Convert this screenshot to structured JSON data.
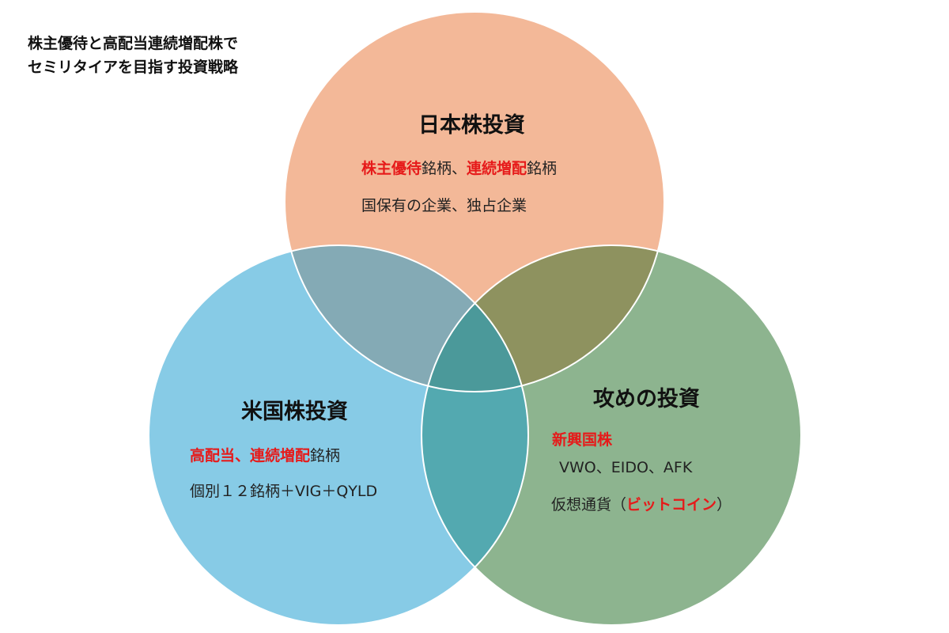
{
  "title": {
    "line1": "株主優待と高配当連続増配株で",
    "line2": "セミリタイアを目指す投資戦略"
  },
  "colors": {
    "japan": "#f3b898",
    "us": "#87cbe6",
    "offense": "#8db48f",
    "overlap_japan_us": "#84aab5",
    "overlap_japan_offense": "#8e925f",
    "overlap_us_offense": "#53a9b0",
    "overlap_center": "#4b999a",
    "highlight": "#e61a1a"
  },
  "circles": {
    "japan": {
      "heading": "日本株投資",
      "line1_red_a": "株主優待",
      "line1_plain_a": "銘柄、",
      "line1_red_b": "連続増配",
      "line1_plain_b": "銘柄",
      "line2": "国保有の企業、独占企業"
    },
    "us": {
      "heading": "米国株投資",
      "line1_red": "高配当、連続増配",
      "line1_plain": "銘柄",
      "line2": "個別１２銘柄＋VIG＋QYLD"
    },
    "offense": {
      "heading": "攻めの投資",
      "line1_red": "新興国株",
      "line2": "VWO、EIDO、AFK",
      "line3_plain_a": "仮想通貨（",
      "line3_red": "ビットコイン",
      "line3_plain_b": "）"
    }
  }
}
